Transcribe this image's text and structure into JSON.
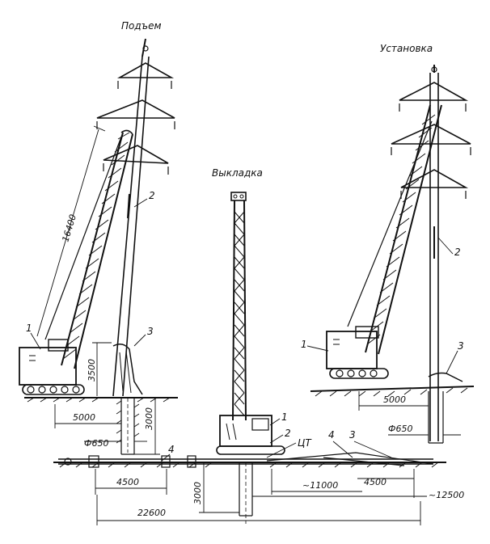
{
  "titles": {
    "lift": "Подъем",
    "layout": "Выкладка",
    "install": "Установка"
  },
  "callouts": {
    "crane": "1",
    "support": "2",
    "aux": "3",
    "item4": "4",
    "center_mark": "ЦТ"
  },
  "dimensions": {
    "boom_length": "16400",
    "lift_height": "3500",
    "lift_offset": "5000",
    "lift_pit_depth": "3000",
    "lift_pit_dia": "Ф650",
    "install_offset": "5000",
    "install_pit_dia": "Ф650",
    "layout_left": "4500",
    "layout_right": "4500",
    "pit_depth_ground": "3000",
    "approx_11000": "~11000",
    "approx_12500": "~12500",
    "total_length": "22600"
  }
}
